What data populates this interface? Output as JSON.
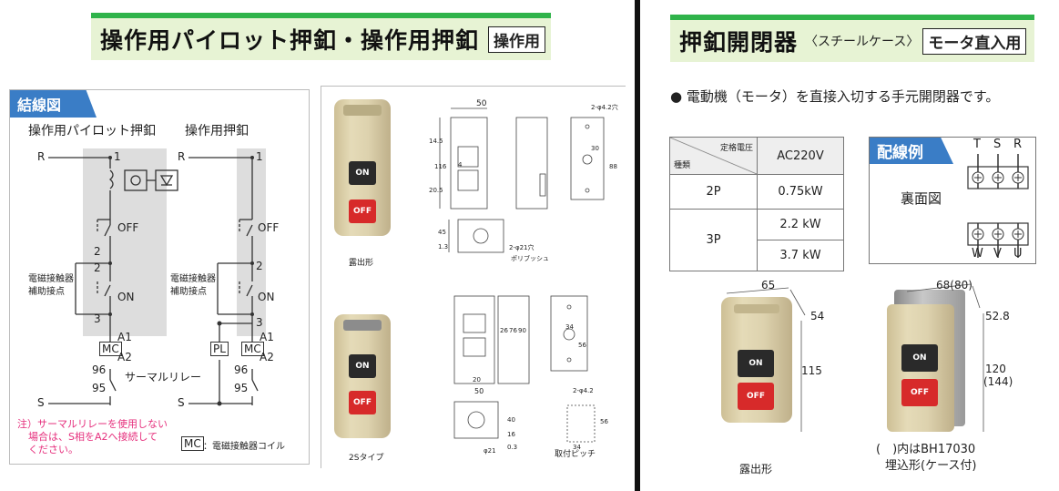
{
  "left": {
    "title": "操作用パイロット押釦・操作用押釦",
    "tag": "操作用",
    "wiring": {
      "header": "結線図",
      "col1_title": "操作用パイロット押釦",
      "col2_title": "操作用押釦",
      "r": "R",
      "s": "S",
      "t1": "1",
      "t2": "2",
      "t3": "3",
      "off": "OFF",
      "on": "ON",
      "aux1": "電磁接触器",
      "aux2": "補助接点",
      "a1": "A1",
      "a2": "A2",
      "mc": "MC",
      "pl": "PL",
      "n96": "96",
      "n95": "95",
      "thermal": "サーマルリレー",
      "note1": "注）サーマルリレーを使用しない",
      "note2": "場合は、S相をA2へ接続して",
      "note3": "ください。",
      "mc_legend_box": "MC",
      "mc_legend": "：電磁接触器コイル"
    },
    "photos": {
      "caption_top": "露出形",
      "caption_bottom": "2Sタイプ",
      "on": "ON",
      "off": "OFF"
    },
    "dims": {
      "w50": "50",
      "hole1": "2-φ4.2穴",
      "d145": "14.5",
      "d116": "116",
      "d205": "20.5",
      "d4": "4",
      "d30": "30",
      "d88": "88",
      "d45": "45",
      "d13": "1.3",
      "hole2": "2-φ21穴",
      "bushing": "ポリブッシュ",
      "b50": "50",
      "b20": "20",
      "b26": "26",
      "b76": "76",
      "b90": "90",
      "b34": "34",
      "b56": "56",
      "hole3": "2-φ4.2",
      "b40": "40",
      "b16": "16",
      "b03": "0.3",
      "phi21": "φ21",
      "pitch": "取付ピッチ",
      "p34": "34",
      "p56": "56"
    }
  },
  "right": {
    "title": "押釦開閉器",
    "subtitle": "〈スチールケース〉",
    "tag": "モータ直入用",
    "description": "● 電動機（モータ）を直接入切する手元開閉器です。",
    "table": {
      "head_rated": "定格電圧",
      "head_type": "種類",
      "head_voltage": "AC220V",
      "rows": [
        {
          "type": "2P",
          "values": [
            "0.75kW"
          ]
        },
        {
          "type": "3P",
          "values": [
            "2.2  kW",
            "3.7  kW"
          ]
        }
      ]
    },
    "wiring_example": {
      "header": "配線例",
      "label": "裏面図",
      "top_terminals": [
        "T",
        "S",
        "R"
      ],
      "bottom_terminals": [
        "W",
        "V",
        "U"
      ]
    },
    "products": [
      {
        "caption": "露出形",
        "width": "65",
        "depth": "54",
        "height": "115",
        "on": "ON",
        "off": "OFF"
      },
      {
        "caption_line1": "(　)内はBH17030",
        "caption_line2": "埋込形(ケース付)",
        "width": "68(80)",
        "depth": "52.8",
        "height1": "120",
        "height2": "(144)",
        "on": "ON",
        "off": "OFF"
      }
    ]
  }
}
